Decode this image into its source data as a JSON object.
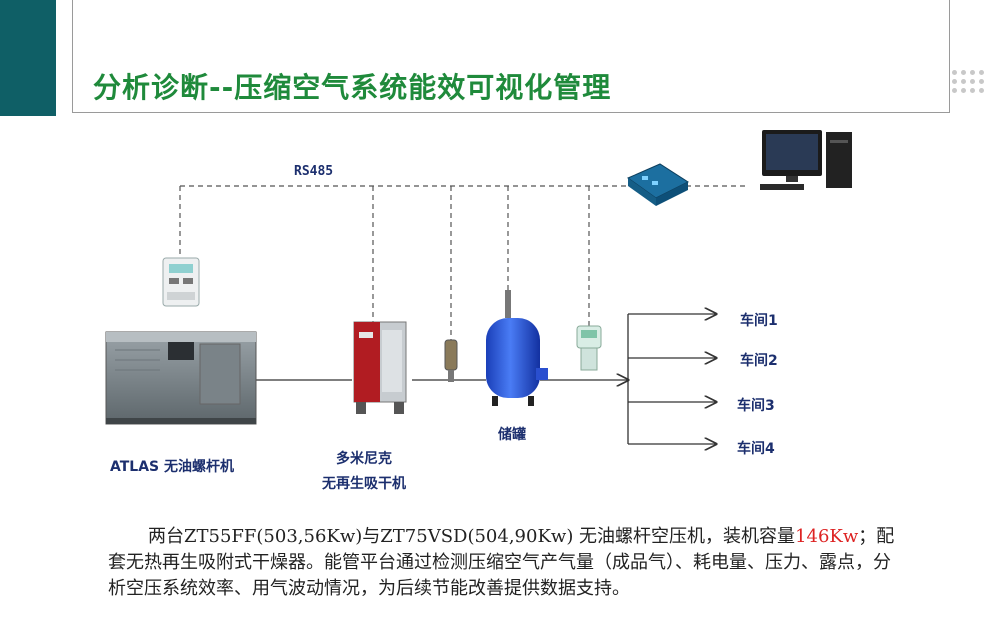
{
  "title": "分析诊断--压缩空气系统能效可视化管理",
  "bus_label": "RS485",
  "equipment": {
    "compressor": "ATLAS 无油螺杆机",
    "dryer_line1": "多米尼克",
    "dryer_line2": "无再生吸干机",
    "tank": "储罐"
  },
  "outlets": [
    "车间1",
    "车间2",
    "车间3",
    "车间4"
  ],
  "description": {
    "part1": "两台ZT55FF(503,56Kw)与ZT75VSD(504,90Kw) 无油螺杆空压机，装机容量",
    "highlight": "146Kw",
    "part2": "；配套无热再生吸附式干燥器。能管平台通过检测压缩空气产气量（成品气）、耗电量、压力、露点，分析空压系统效率、用气波动情况，为后续节能改善提供数据支持。"
  },
  "colors": {
    "teal": "#0f5f66",
    "title_green": "#1f8a3b",
    "label_navy": "#1c2f6e",
    "highlight_red": "#dd2222"
  }
}
